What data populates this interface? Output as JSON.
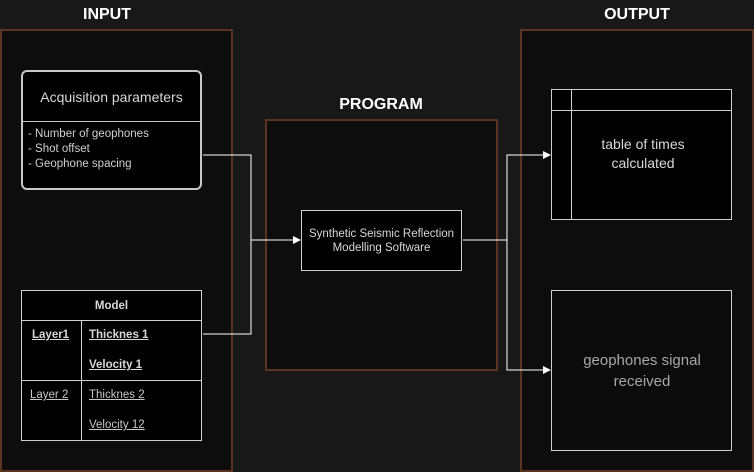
{
  "headings": {
    "input": "INPUT",
    "program": "PROGRAM",
    "output": "OUTPUT"
  },
  "acquisition": {
    "title": "Acquisition parameters",
    "items": [
      "- Number of geophones",
      "- Shot offset",
      "- Geophone spacing"
    ]
  },
  "model": {
    "title": "Model",
    "layer1": {
      "name": "Layer1",
      "thickness": "Thicknes 1",
      "velocity": "Velocity 1 "
    },
    "layer2": {
      "name": "Layer 2 ",
      "thickness": "Thicknes 2",
      "velocity": "Velocity 12"
    }
  },
  "program": {
    "software": "Synthetic Seismic Reflection Modelling Software"
  },
  "output": {
    "table": "table of times calculated",
    "signal": "geophones signal received"
  },
  "colors": {
    "frame": "#5a3420",
    "connector": "#ffffff",
    "background": "#181818"
  }
}
